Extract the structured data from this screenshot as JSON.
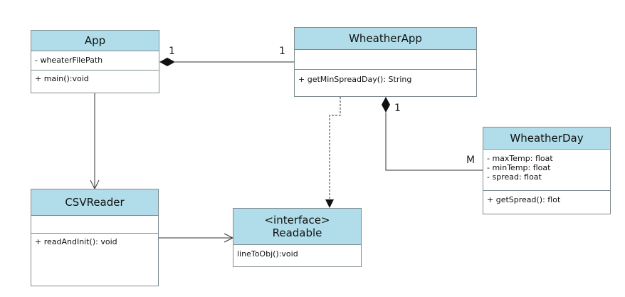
{
  "colors": {
    "class_header": "#b1ddea",
    "border": "#7f8c90",
    "line": "#333333"
  },
  "classes": {
    "app": {
      "name": "App",
      "attributes": [
        "- wheaterFilePath"
      ],
      "operations": [
        "+ main():void"
      ]
    },
    "wheather_app": {
      "name": "WheatherApp",
      "attributes": [],
      "operations": [
        "+ getMinSpreadDay(): String"
      ]
    },
    "wheather_day": {
      "name": "WheatherDay",
      "attributes": [
        "- maxTemp: float",
        "- minTemp: float",
        "- spread: float"
      ],
      "operations": [
        "+ getSpread(): flot"
      ]
    },
    "csv_reader": {
      "name": "CSVReader",
      "attributes": [],
      "operations": [
        "+ readAndInit(): void"
      ]
    },
    "readable": {
      "stereotype": "<interface>",
      "name": "Readable",
      "operations": [
        "lineToObj():void"
      ]
    }
  },
  "relations": {
    "app_wheatherapp": {
      "type": "composition",
      "source_mult": "1",
      "target_mult": "1"
    },
    "wheatherapp_wheatherday": {
      "type": "composition",
      "source_mult": "1",
      "target_mult": "M"
    },
    "app_csvreader": {
      "type": "association"
    },
    "csvreader_readable": {
      "type": "association"
    },
    "wheatherapp_readable": {
      "type": "dependency"
    }
  }
}
